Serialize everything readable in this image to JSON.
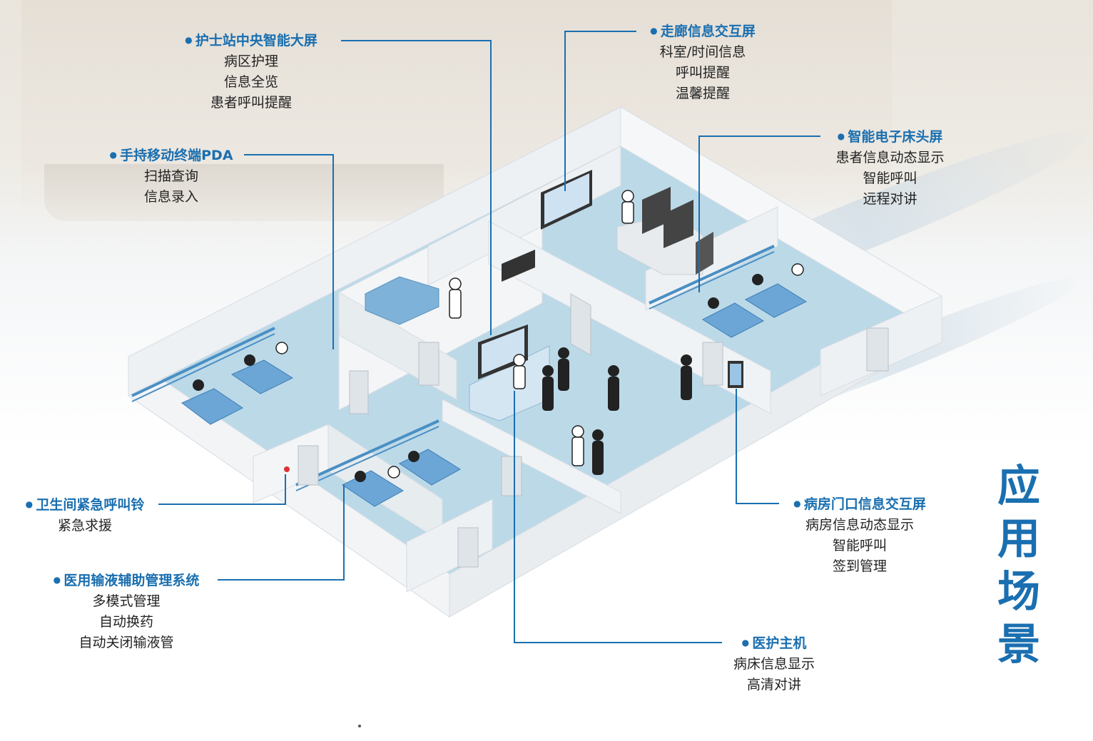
{
  "side_title": [
    "应",
    "用",
    "场",
    "景"
  ],
  "accent_color": "#1a6fb0",
  "callouts": {
    "nurse_station_screen": {
      "title": "护士站中央智能大屏",
      "lines": [
        "病区护理",
        "信息全览",
        "患者呼叫提醒"
      ]
    },
    "pda": {
      "title": "手持移动终端PDA",
      "lines": [
        "扫描查询",
        "信息录入"
      ]
    },
    "corridor_screen": {
      "title": "走廊信息交互屏",
      "lines": [
        "科室/时间信息",
        "呼叫提醒",
        "温馨提醒"
      ]
    },
    "bedside_screen": {
      "title": "智能电子床头屏",
      "lines": [
        "患者信息动态显示",
        "智能呼叫",
        "远程对讲"
      ]
    },
    "toilet_bell": {
      "title": "卫生间紧急呼叫铃",
      "lines": [
        "紧急求援"
      ]
    },
    "infusion_system": {
      "title": "医用输液辅助管理系统",
      "lines": [
        "多模式管理",
        "自动换药",
        "自动关闭输液管"
      ]
    },
    "door_screen": {
      "title": "病房门口信息交互屏",
      "lines": [
        "病房信息动态显示",
        "智能呼叫",
        "签到管理"
      ]
    },
    "host": {
      "title": "医护主机",
      "lines": [
        "病床信息显示",
        "高清对讲"
      ]
    }
  }
}
